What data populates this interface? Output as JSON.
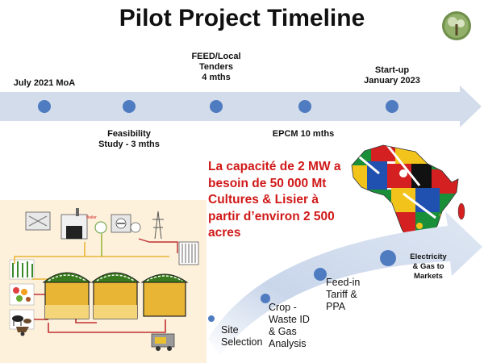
{
  "title": "Pilot Project Timeline",
  "timeline": {
    "milestones_top": [
      {
        "label": "July 2021 MoA"
      },
      {
        "label": "FEED/Local\nTenders\n4 mths"
      },
      {
        "label": "Start-up\nJanuary 2023"
      }
    ],
    "milestones_bottom": [
      {
        "label": "Feasibility\nStudy - 3 mths"
      },
      {
        "label": "EPCM  10 mths"
      }
    ]
  },
  "capacity_text": "La capacité de 2 MW a besoin de 50 000 Mt Cultures & Lisier à partir d’environ 2 500 acres",
  "value_chain": {
    "steps": [
      {
        "label": "Site\nSelection"
      },
      {
        "label": "Crop -\nWaste ID\n& Gas\nAnalysis"
      },
      {
        "label": "Feed-in\nTariff &\nPPA"
      },
      {
        "label": "Electricity\n& Gas  to\nMarkets"
      }
    ]
  },
  "diagram_labels": {
    "boiler": "Boiler"
  },
  "colors": {
    "arrow": "#d3dcea",
    "dot": "#4f7bc0",
    "red_text": "#d01818",
    "tank_fill": "#e8b634",
    "tank_roof": "#3a7a1e"
  },
  "icons": {
    "logo": "tree-globe-icon",
    "africa": "africa-flags-map-icon"
  }
}
